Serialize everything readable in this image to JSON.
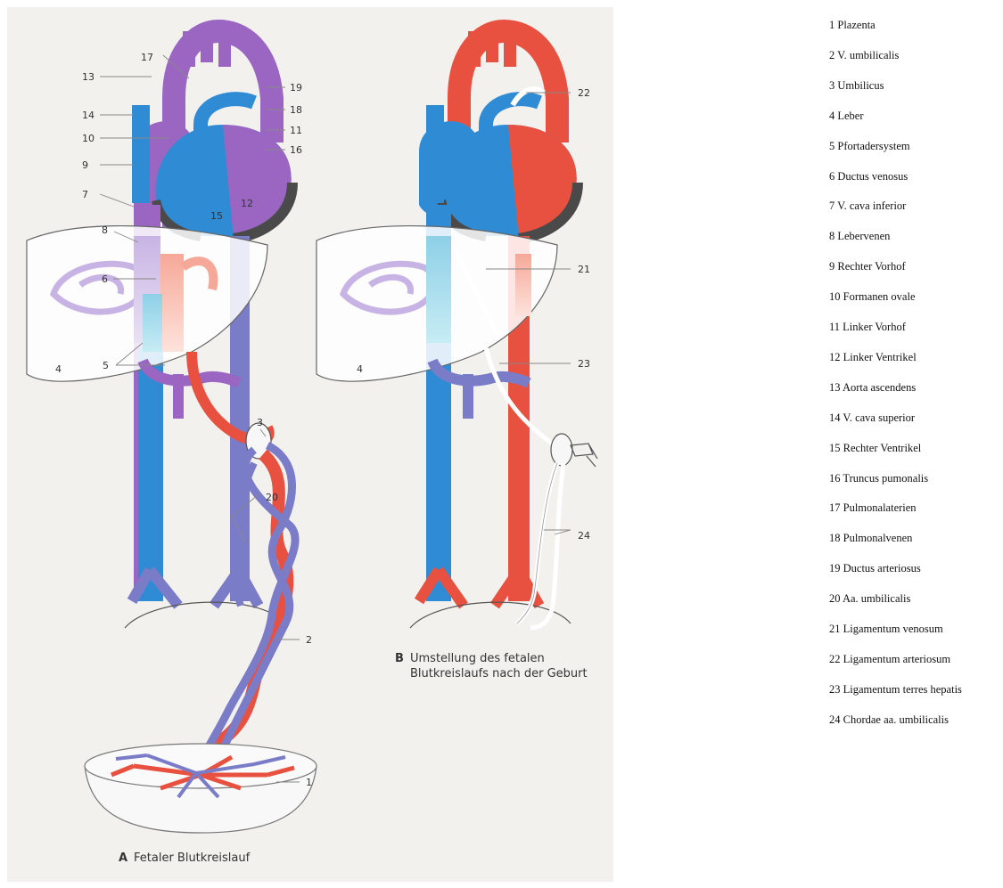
{
  "colors": {
    "arterial": "#e8513f",
    "venous": "#2f8bd4",
    "mixed": "#9a66c2",
    "umbilical_artery": "#7a7cc8",
    "ligament": "#ffffff",
    "liver_fill": "#ffffff",
    "paper": "#f2f1ee",
    "muscle": "#4a4a4a"
  },
  "panel_a": {
    "letter": "A",
    "caption": "Fetaler Blutkreislauf",
    "numbers": [
      "1",
      "2",
      "3",
      "4",
      "5",
      "6",
      "7",
      "8",
      "9",
      "10",
      "11",
      "12",
      "13",
      "14",
      "15",
      "16",
      "17",
      "18",
      "19",
      "20"
    ]
  },
  "panel_b": {
    "letter": "B",
    "caption_line1": "Umstellung des fetalen",
    "caption_line2": "Blutkreislaufs nach der Geburt",
    "numbers": [
      "4",
      "21",
      "22",
      "23",
      "24"
    ]
  },
  "legend": [
    {
      "num": "1",
      "label": "Plazenta"
    },
    {
      "num": "2",
      "label": "V. umbilicalis"
    },
    {
      "num": "3",
      "label": "Umbilicus"
    },
    {
      "num": "4",
      "label": "Leber"
    },
    {
      "num": "5",
      "label": "Pfortadersystem"
    },
    {
      "num": "6",
      "label": "Ductus venosus"
    },
    {
      "num": "7",
      "label": "V. cava inferior"
    },
    {
      "num": "8",
      "label": "Lebervenen"
    },
    {
      "num": "9",
      "label": "Rechter Vorhof"
    },
    {
      "num": "10",
      "label": "Formanen ovale"
    },
    {
      "num": "11",
      "label": "Linker Vorhof"
    },
    {
      "num": "12",
      "label": "Linker Ventrikel"
    },
    {
      "num": "13",
      "label": "Aorta ascendens"
    },
    {
      "num": "14",
      "label": "V. cava superior"
    },
    {
      "num": "15",
      "label": "Rechter Ventrikel"
    },
    {
      "num": "16",
      "label": "Truncus pumonalis"
    },
    {
      "num": "17",
      "label": "Pulmonalaterien"
    },
    {
      "num": "18",
      "label": "Pulmonalvenen"
    },
    {
      "num": "19",
      "label": "Ductus arteriosus"
    },
    {
      "num": "20",
      "label": "Aa. umbilicalis"
    },
    {
      "num": "21",
      "label": "Ligamentum venosum"
    },
    {
      "num": "22",
      "label": "Ligamentum arteriosum"
    },
    {
      "num": "23",
      "label": "Ligamentum terres hepatis"
    },
    {
      "num": "24",
      "label": "Chordae aa. umbilicalis"
    }
  ]
}
